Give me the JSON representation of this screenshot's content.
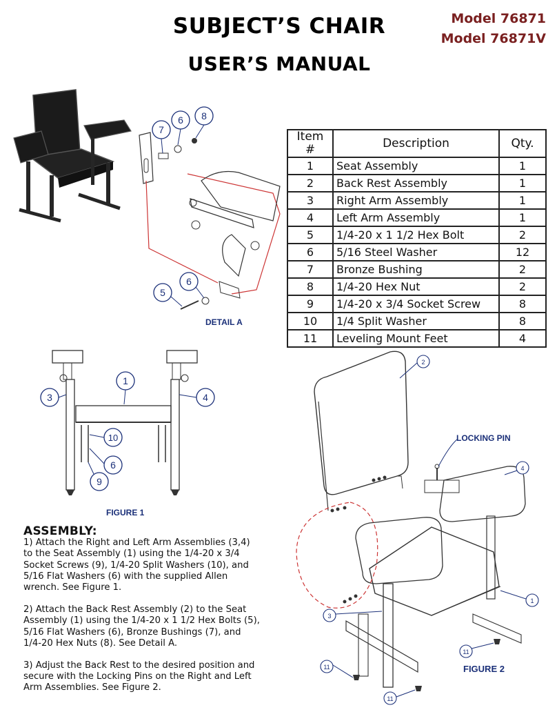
{
  "header": {
    "title_line1": "SUBJECT’S CHAIR",
    "title_line2": "USER’S MANUAL",
    "model_1": "Model 76871",
    "model_2": "Model 76871V"
  },
  "parts_table": {
    "columns": [
      "Item #",
      "Description",
      "Qty."
    ],
    "rows": [
      {
        "item": "1",
        "description": "Seat Assembly",
        "qty": "1"
      },
      {
        "item": "2",
        "description": "Back Rest Assembly",
        "qty": "1"
      },
      {
        "item": "3",
        "description": "Right Arm Assembly",
        "qty": "1"
      },
      {
        "item": "4",
        "description": "Left Arm Assembly",
        "qty": "1"
      },
      {
        "item": "5",
        "description": "1/4-20 x 1 1/2 Hex Bolt",
        "qty": "2"
      },
      {
        "item": "6",
        "description": "5/16 Steel Washer",
        "qty": "12"
      },
      {
        "item": "7",
        "description": "Bronze Bushing",
        "qty": "2"
      },
      {
        "item": "8",
        "description": "1/4-20 Hex Nut",
        "qty": "2"
      },
      {
        "item": "9",
        "description": "1/4-20 x 3/4 Socket Screw",
        "qty": "8"
      },
      {
        "item": "10",
        "description": "1/4 Split Washer",
        "qty": "8"
      },
      {
        "item": "11",
        "description": "Leveling Mount Feet",
        "qty": "4"
      }
    ]
  },
  "detail_a": {
    "label": "DETAIL A",
    "callouts": [
      "7",
      "6",
      "8",
      "5",
      "6"
    ]
  },
  "figure_1": {
    "label": "FIGURE 1",
    "callouts": [
      "1",
      "3",
      "4",
      "10",
      "6",
      "9"
    ]
  },
  "figure_2": {
    "label": "FIGURE 2",
    "locking_pin_label": "LOCKING PIN",
    "callouts": [
      "2",
      "4",
      "1",
      "3",
      "11",
      "11",
      "11"
    ]
  },
  "assembly": {
    "heading": "ASSEMBLY:",
    "steps": [
      "1) Attach the Right and Left Arm Assemblies (3,4) to the Seat Assembly (1) using the 1/4-20 x 3/4 Socket Screws (9), 1/4-20 Split Washers (10), and 5/16 Flat Washers (6) with the supplied Allen wrench. See Figure 1.",
      "2) Attach the Back Rest Assembly (2) to the Seat Assembly (1) using the 1/4-20 x 1 1/2 Hex Bolts (5), 5/16 Flat Washers (6), Bronze Bushings (7), and 1/4-20 Hex Nuts (8). See Detail A.",
      "3) Adjust the Back Rest to the desired position and secure with the Locking Pins on the Right and Left Arm Assemblies. See Figure 2."
    ]
  },
  "colors": {
    "model_text": "#7a2020",
    "callout_blue": "#1a2f78",
    "leader_red": "#cc3333"
  }
}
